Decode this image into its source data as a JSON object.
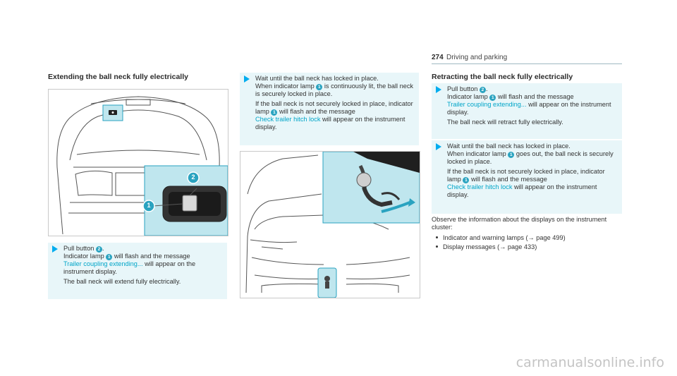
{
  "header": {
    "page_number": "274",
    "section": "Driving and parking"
  },
  "left": {
    "heading": "Extending the ball neck fully electrically",
    "step1": {
      "line1": "Pull button",
      "btn": "2",
      "lamp_pre": "Indicator lamp",
      "lamp_num": "1",
      "lamp_post": "will flash and the message",
      "message": "Trailer coupling extending...",
      "post": "will appear on the instrument display.",
      "extra": "The ball neck will extend fully electrically."
    }
  },
  "middle": {
    "step": {
      "line1": "Wait until the ball neck has locked in place.",
      "lamp_pre": "When indicator lamp",
      "lamp_num": "1",
      "lamp_post": "is continuously lit, the ball neck is securely locked in place.",
      "p2_pre": "If the ball neck is not securely locked in place, indicator lamp",
      "p2_num": "1",
      "p2_post": "will flash and the message",
      "message": "Check trailer hitch lock",
      "post": "will appear on the instrument display."
    }
  },
  "right": {
    "heading": "Retracting the ball neck fully electrically",
    "step1": {
      "line1": "Pull button",
      "btn": "2",
      "lamp_pre": "Indicator lamp",
      "lamp_num": "1",
      "lamp_post": "will flash and the message",
      "message": "Trailer coupling extending...",
      "post": "will appear on the instrument display.",
      "extra": "The ball neck will retract fully electrically."
    },
    "step2": {
      "line1": "Wait until the ball neck has locked in place.",
      "lamp_pre": "When indicator lamp",
      "lamp_num": "1",
      "lamp_post": "goes out, the ball neck is securely locked in place.",
      "p2_pre": "If the ball neck is not securely locked in place, indicator lamp",
      "p2_num": "1",
      "p2_post": "will flash and the message",
      "message": "Check trailer hitch lock",
      "post": "will appear on the instrument display."
    },
    "observe": "Observe the information about the displays on the instrument cluster:",
    "bullets": [
      "Indicator and warning lamps (→ page 499)",
      "Display messages (→ page 433)"
    ]
  },
  "figure_labels": {
    "callout1": "1",
    "callout2": "2"
  },
  "watermark": "carmanualsonline.info",
  "colors": {
    "accent": "#00a5c8",
    "callout_bg": "#bfe6ee",
    "step_bg": "#e8f6f9"
  }
}
